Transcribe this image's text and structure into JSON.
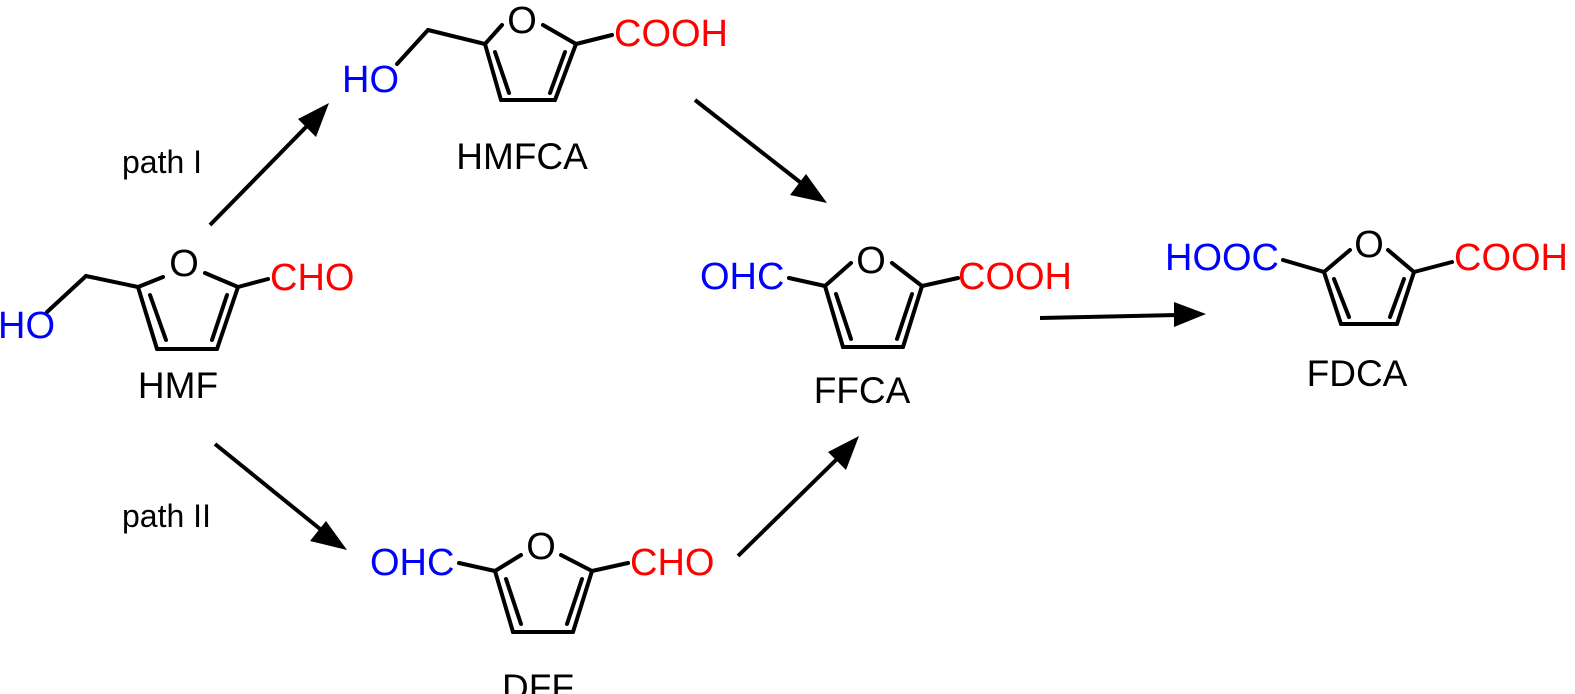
{
  "colors": {
    "blue": "#0000ff",
    "red": "#ff0000",
    "black": "#000000"
  },
  "path_labels": {
    "path1": "path I",
    "path2": "path II"
  },
  "molecules": {
    "hmf": {
      "name": "HMF",
      "ring_o": "O",
      "left_group": "HO",
      "right_group": "CHO"
    },
    "hmfca": {
      "name": "HMFCA",
      "ring_o": "O",
      "left_group": "HO",
      "right_group": "COOH"
    },
    "dff": {
      "name": "DFF",
      "ring_o": "O",
      "left_group": "OHC",
      "right_group": "CHO"
    },
    "ffca": {
      "name": "FFCA",
      "ring_o": "O",
      "left_group": "OHC",
      "right_group": "COOH"
    },
    "fdca": {
      "name": "FDCA",
      "ring_o": "O",
      "left_group": "HOOC",
      "right_group": "COOH"
    }
  }
}
